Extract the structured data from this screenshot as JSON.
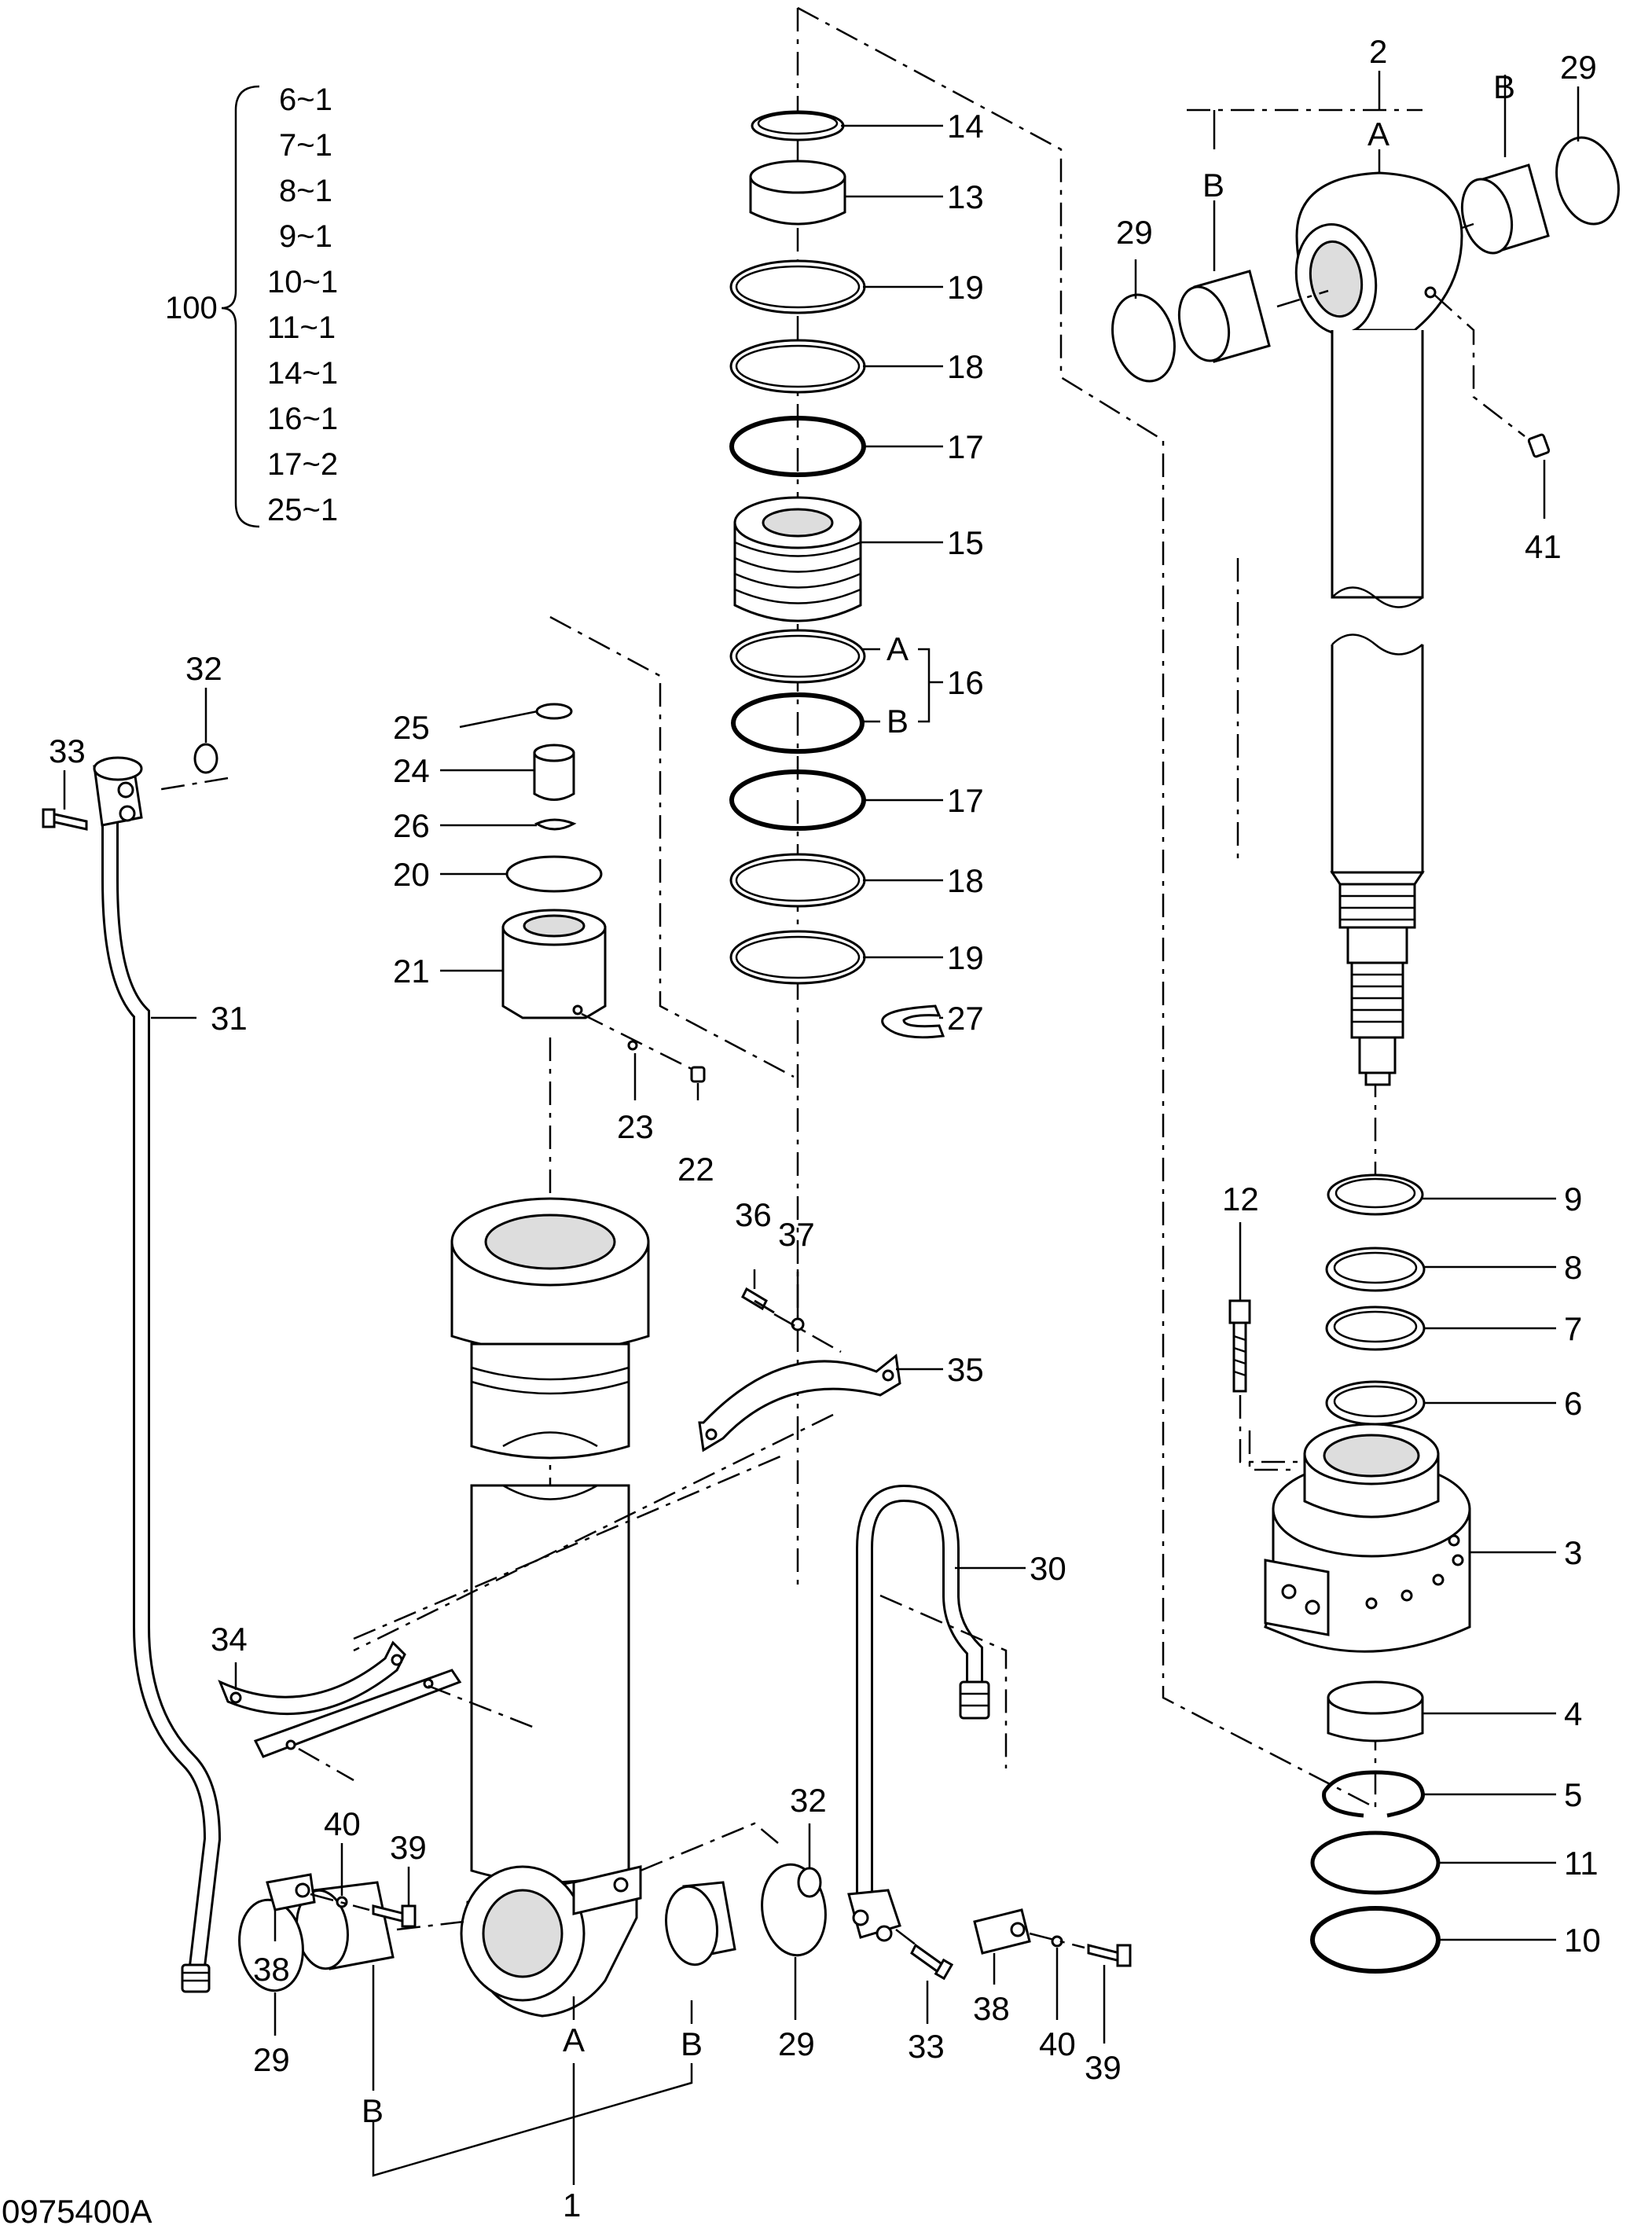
{
  "drawing_code": "0975400A",
  "kit": {
    "number": "100",
    "items": [
      "6~1",
      "7~1",
      "8~1",
      "9~1",
      "10~1",
      "11~1",
      "14~1",
      "16~1",
      "17~2",
      "25~1"
    ]
  },
  "callouts": {
    "c1": "1",
    "c2": "2",
    "c3": "3",
    "c4": "4",
    "c5": "5",
    "c6": "6",
    "c7": "7",
    "c8": "8",
    "c9": "9",
    "c10": "10",
    "c11": "11",
    "c12": "12",
    "c13": "13",
    "c14": "14",
    "c15": "15",
    "c16": "16",
    "c17a": "17",
    "c17b": "17",
    "c18a": "18",
    "c18b": "18",
    "c19a": "19",
    "c19b": "19",
    "c20": "20",
    "c21": "21",
    "c22": "22",
    "c23": "23",
    "c24": "24",
    "c25": "25",
    "c26": "26",
    "c27": "27",
    "c29a": "29",
    "c29b": "29",
    "c29c": "29",
    "c29d": "29",
    "c30": "30",
    "c31": "31",
    "c32a": "32",
    "c32b": "32",
    "c33a": "33",
    "c33b": "33",
    "c34": "34",
    "c35": "35",
    "c36": "36",
    "c37": "37",
    "c38a": "38",
    "c38b": "38",
    "c39a": "39",
    "c39b": "39",
    "c40a": "40",
    "c40b": "40",
    "c41": "41",
    "rodA": "A",
    "rodB1": "B",
    "rodB2": "B",
    "sealA": "A",
    "sealB": "B",
    "tubeA": "A",
    "tubeB1": "B",
    "tubeB2": "B"
  }
}
